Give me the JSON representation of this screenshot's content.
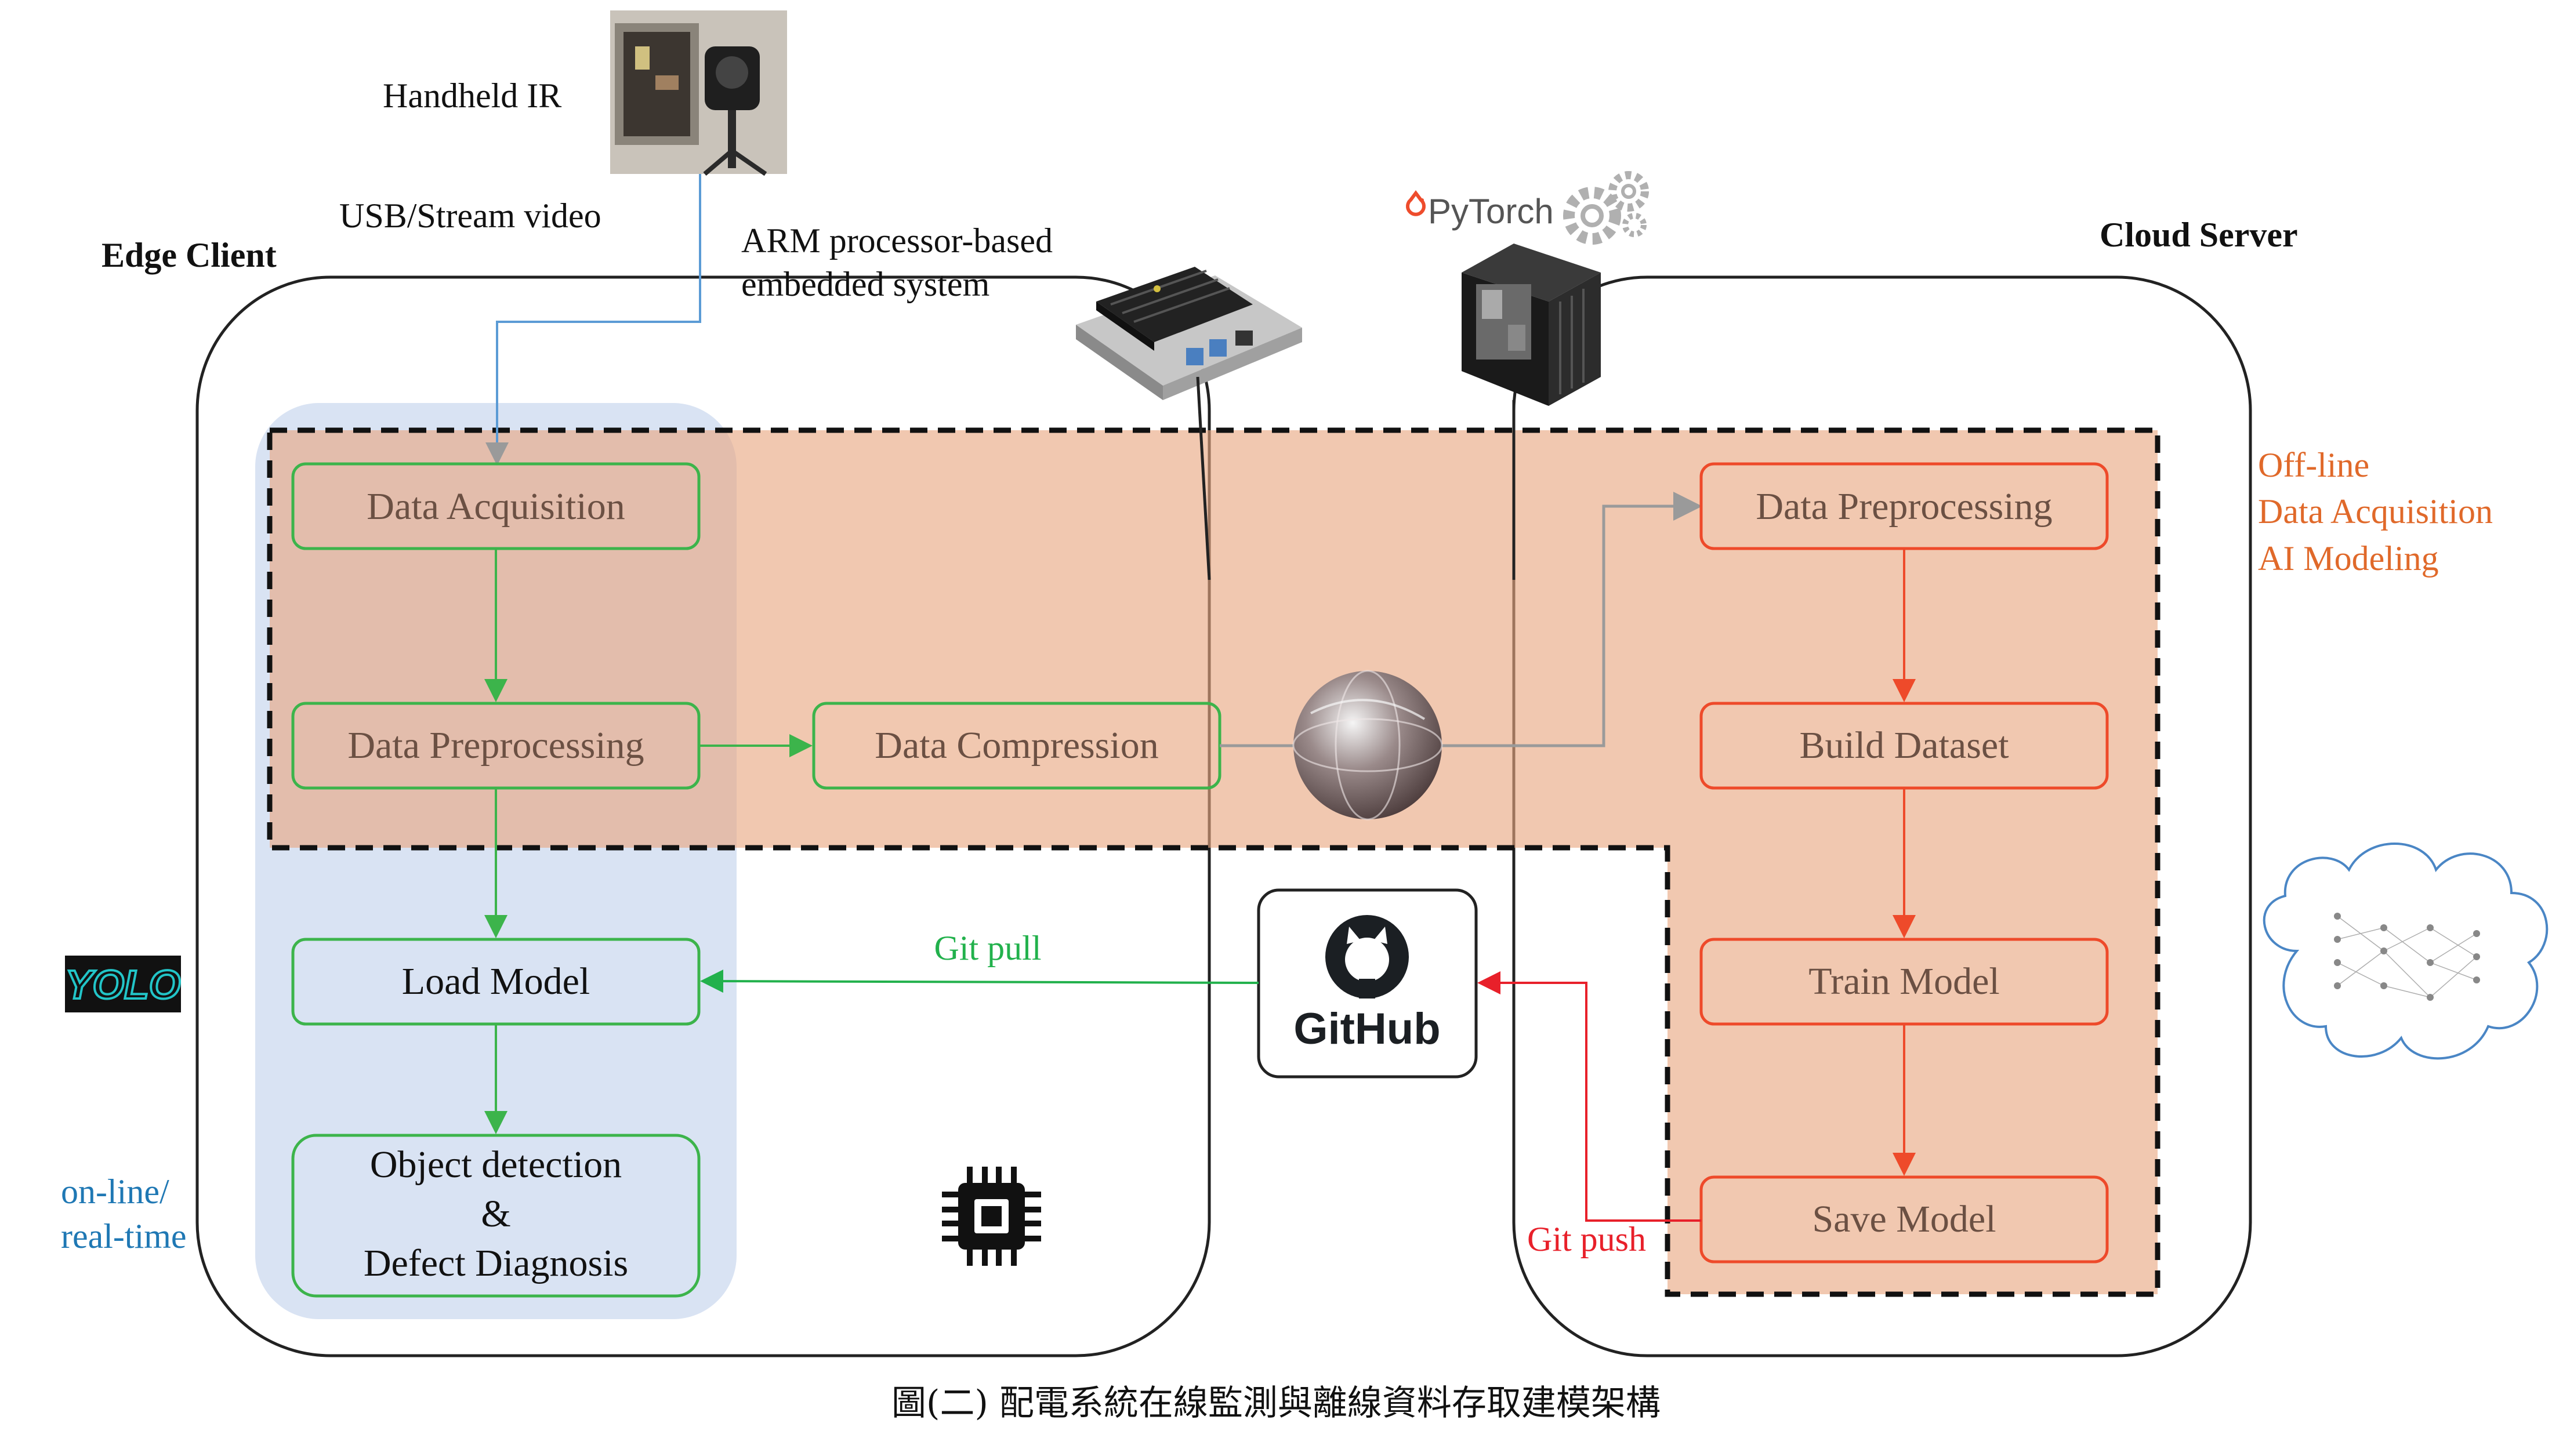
{
  "labels": {
    "handheld_ir": "Handheld IR",
    "usb_stream": "USB/Stream video",
    "edge_client": "Edge Client",
    "arm_line1": "ARM processor-based",
    "arm_line2": "embedded system",
    "pytorch": "PyTorch",
    "cloud_server": "Cloud Server",
    "offline_line1": "Off-line",
    "offline_line2": "Data Acquisition",
    "offline_line3": "AI Modeling",
    "online_line1": "on-line/",
    "online_line2": "real-time",
    "yolo": "YOLO",
    "git_pull": "Git pull",
    "git_push": "Git push",
    "github": "GitHub",
    "caption": "圖(二) 配電系統在線監測與離線資料存取建模架構"
  },
  "edge_boxes": {
    "data_acquisition": "Data Acquisition",
    "data_preprocessing": "Data Preprocessing",
    "data_compression": "Data Compression",
    "load_model": "Load Model",
    "object_line1": "Object detection",
    "object_line2": "&",
    "object_line3": "Defect Diagnosis"
  },
  "cloud_boxes": {
    "data_preprocessing": "Data Preprocessing",
    "build_dataset": "Build Dataset",
    "train_model": "Train Model",
    "save_model": "Save Model"
  },
  "colors": {
    "edge_green": "#3cb44b",
    "cloud_red": "#ee4a2a",
    "offline_orange": "#e0692a",
    "online_blue": "#1f78b4",
    "offline_fill": "#e8a77f",
    "online_fill": "#b4c7e7",
    "git_pull_green": "#22b14c",
    "git_push_red": "#e8202a",
    "input_blue": "#5b9bd5"
  },
  "icons": [
    "camera-photo",
    "jetson-board-icon",
    "server-box-icon",
    "gears-icon",
    "globe-icon",
    "github-logo-icon",
    "chip-icon",
    "neural-cloud-icon",
    "yolo-logo-icon"
  ]
}
